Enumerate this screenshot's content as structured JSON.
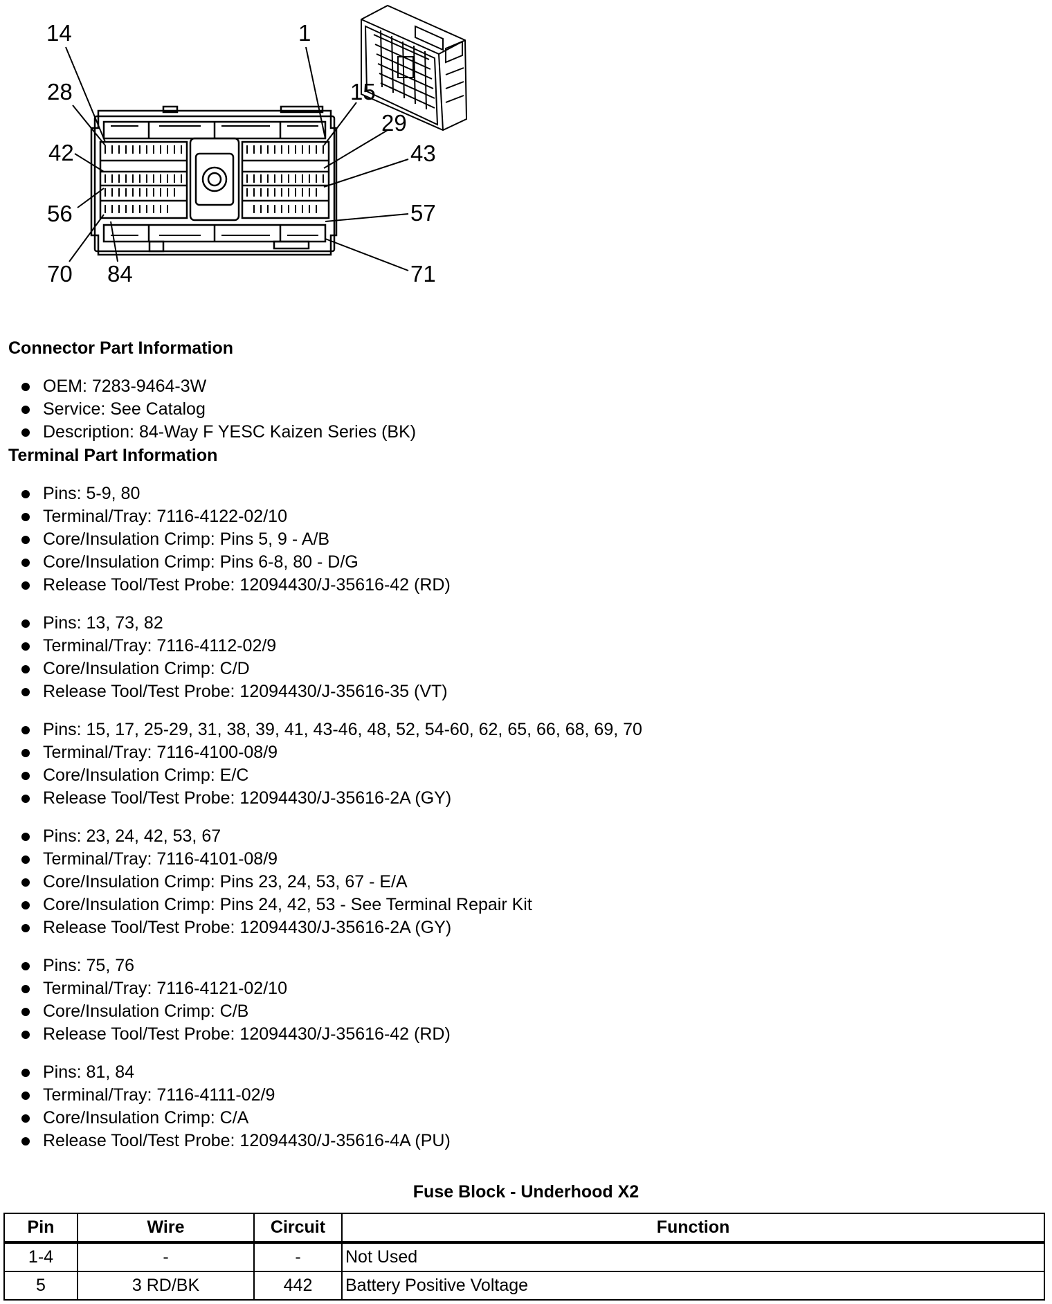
{
  "connector_diagram": {
    "callouts": [
      "14",
      "1",
      "28",
      "15",
      "29",
      "42",
      "43",
      "56",
      "57",
      "70",
      "84",
      "71"
    ]
  },
  "connector_part_info": {
    "heading": "Connector Part Information",
    "items": [
      "OEM: 7283-9464-3W",
      "Service: See Catalog",
      "Description: 84-Way F YESC Kaizen Series (BK)"
    ]
  },
  "terminal_part_info": {
    "heading": "Terminal Part Information",
    "groups": [
      [
        "Pins: 5-9, 80",
        "Terminal/Tray: 7116-4122-02/10",
        "Core/Insulation Crimp: Pins 5, 9 - A/B",
        "Core/Insulation Crimp: Pins 6-8, 80 - D/G",
        "Release Tool/Test Probe: 12094430/J-35616-42 (RD)"
      ],
      [
        "Pins: 13, 73, 82",
        "Terminal/Tray: 7116-4112-02/9",
        "Core/Insulation Crimp: C/D",
        "Release Tool/Test Probe: 12094430/J-35616-35 (VT)"
      ],
      [
        "Pins: 15, 17, 25-29, 31, 38, 39, 41, 43-46, 48, 52, 54-60, 62, 65, 66, 68, 69, 70",
        "Terminal/Tray: 7116-4100-08/9",
        "Core/Insulation Crimp: E/C",
        "Release Tool/Test Probe: 12094430/J-35616-2A (GY)"
      ],
      [
        "Pins: 23, 24, 42, 53, 67",
        "Terminal/Tray: 7116-4101-08/9",
        "Core/Insulation Crimp: Pins 23, 24, 53, 67 - E/A",
        "Core/Insulation Crimp: Pins 24, 42, 53 - See Terminal Repair Kit",
        "Release Tool/Test Probe: 12094430/J-35616-2A (GY)"
      ],
      [
        "Pins: 75, 76",
        "Terminal/Tray: 7116-4121-02/10",
        "Core/Insulation Crimp: C/B",
        "Release Tool/Test Probe: 12094430/J-35616-42 (RD)"
      ],
      [
        "Pins: 81, 84",
        "Terminal/Tray: 7116-4111-02/9",
        "Core/Insulation Crimp: C/A",
        "Release Tool/Test Probe: 12094430/J-35616-4A (PU)"
      ]
    ]
  },
  "pin_table": {
    "title": "Fuse Block - Underhood X2",
    "headers": [
      "Pin",
      "Wire",
      "Circuit",
      "Function"
    ],
    "rows": [
      [
        "1-4",
        "-",
        "-",
        "Not Used"
      ],
      [
        "5",
        "3 RD/BK",
        "442",
        "Battery Positive Voltage"
      ]
    ]
  }
}
